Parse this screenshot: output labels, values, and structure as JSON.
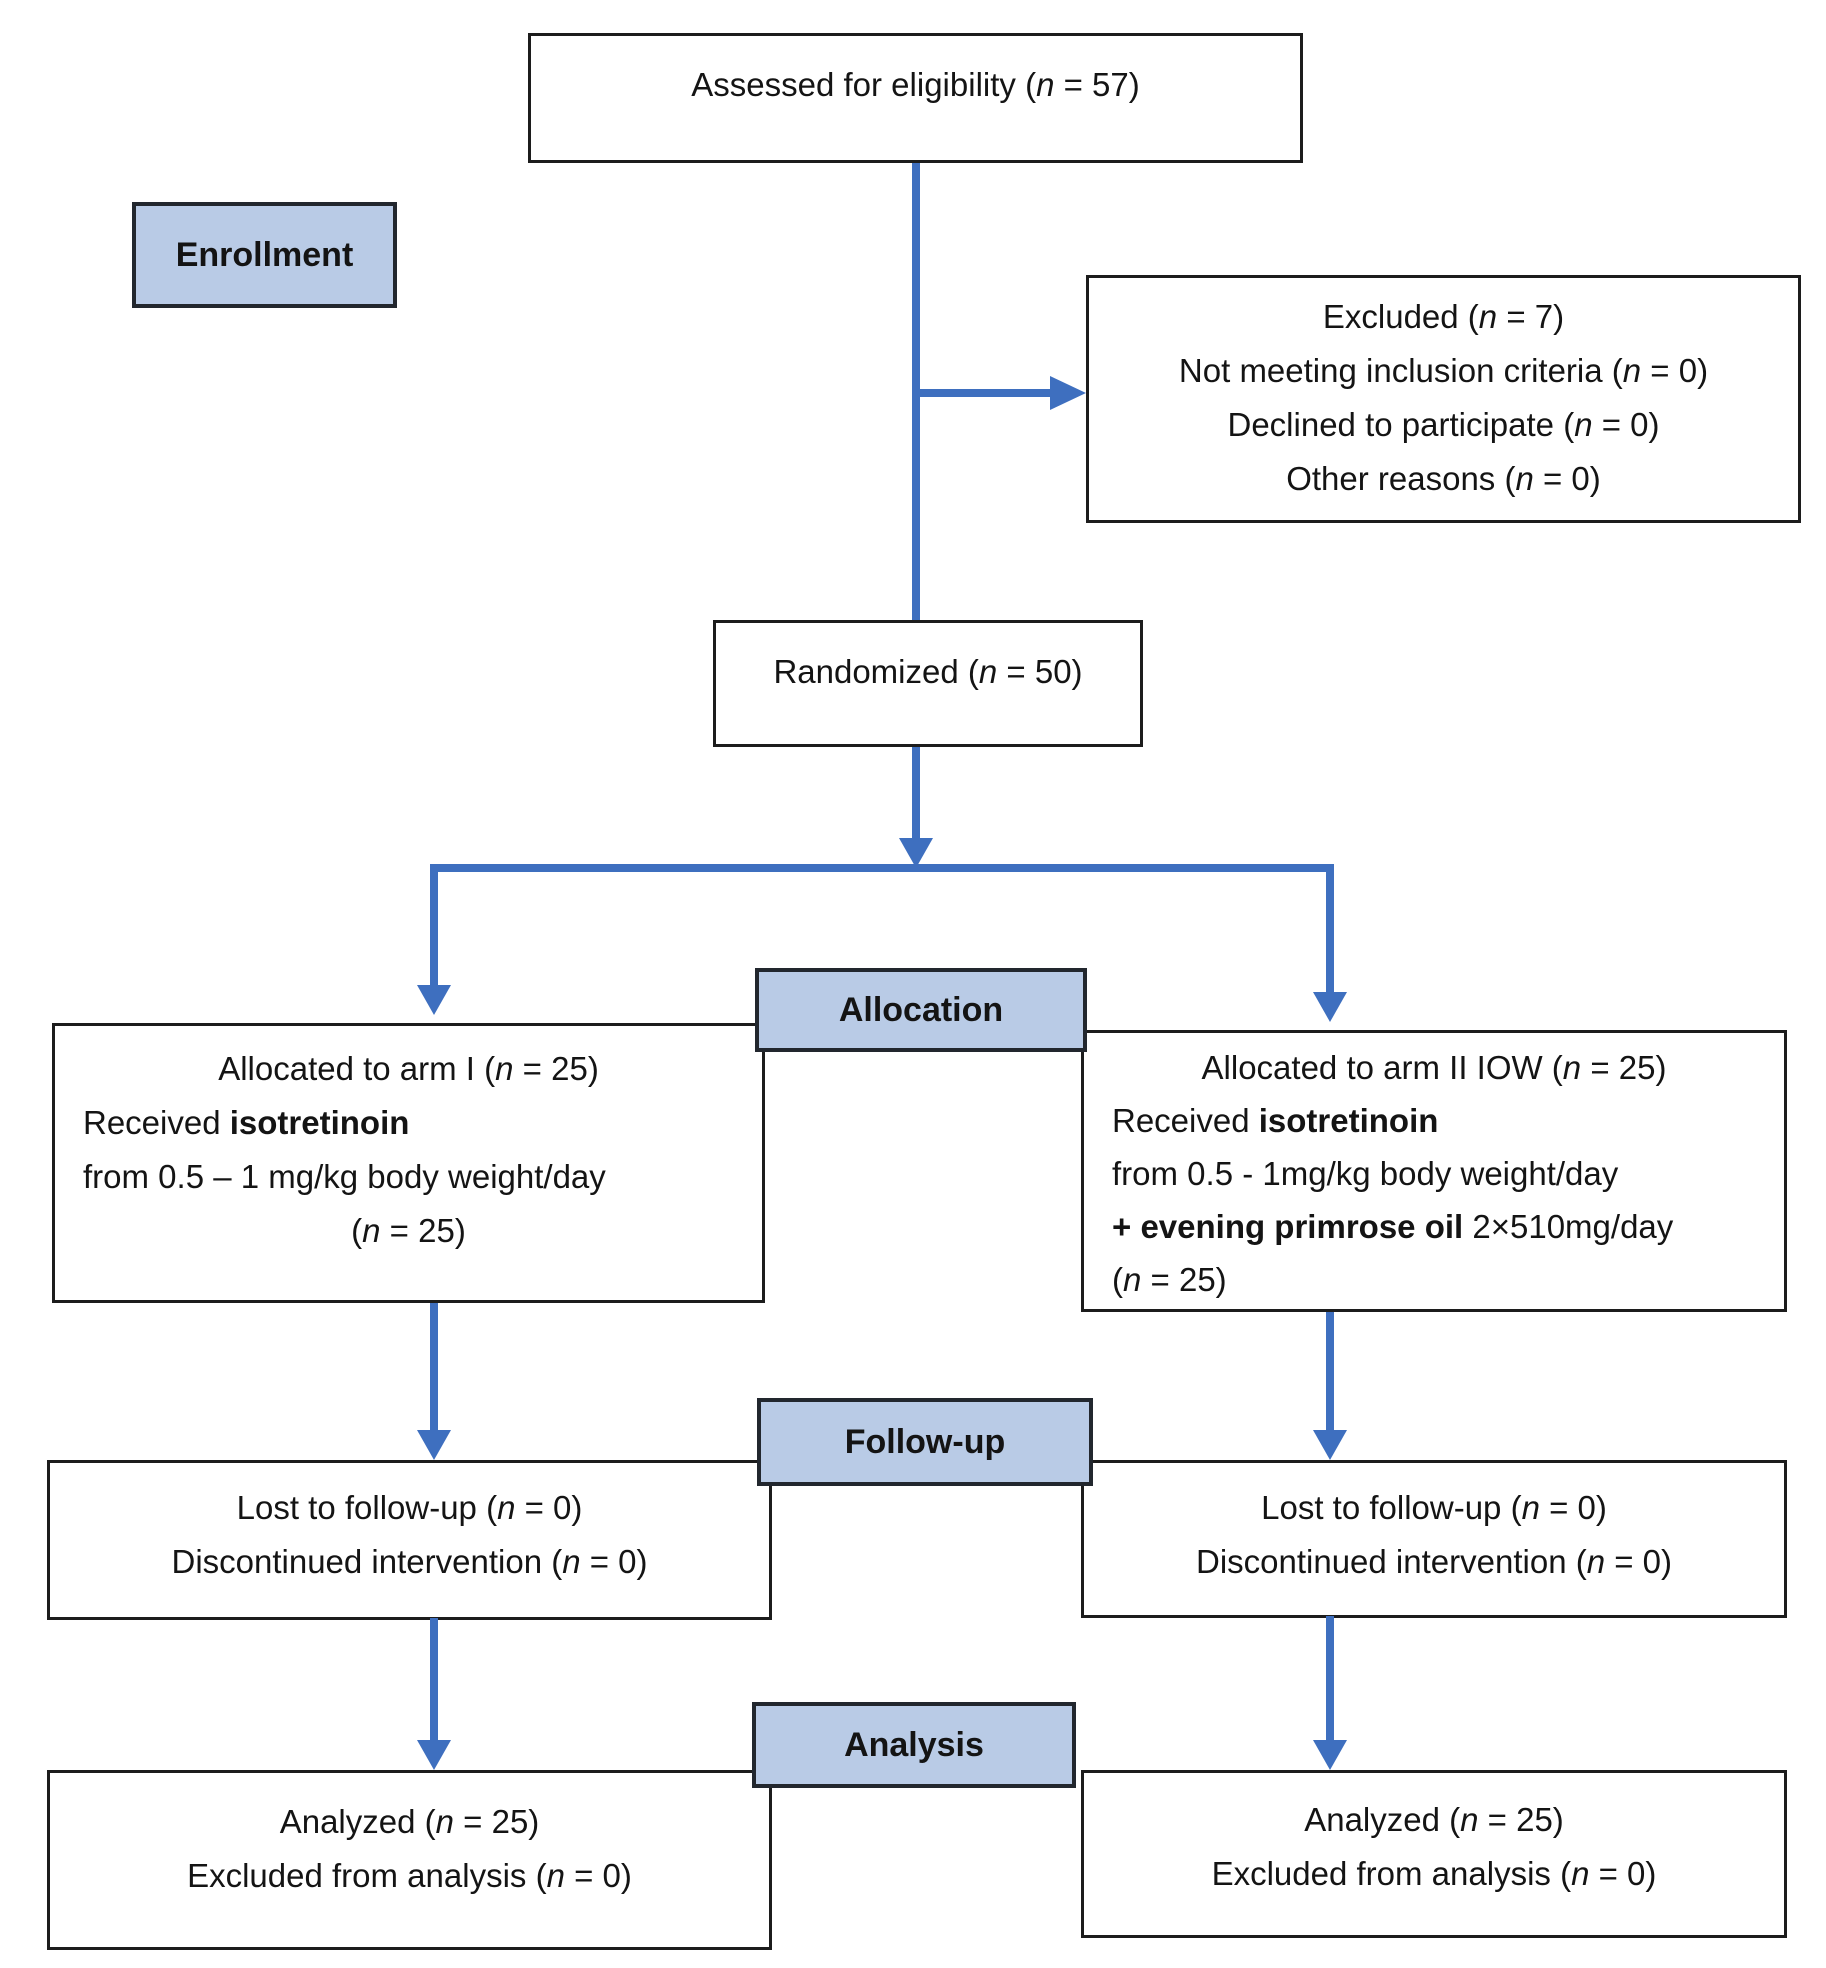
{
  "colors": {
    "arrow": "#3e6fbf",
    "label_fill": "#b9cbe6",
    "label_border": "#22272e",
    "box_border": "#1c1c1c",
    "text": "#141414",
    "background": "#ffffff"
  },
  "stage_labels": {
    "enrollment": "Enrollment",
    "allocation": "Allocation",
    "followup": "Follow-up",
    "analysis": "Analysis"
  },
  "boxes": {
    "assessed": {
      "lines": [
        "Assessed for eligibility (*n* = 57)"
      ]
    },
    "excluded": {
      "lines": [
        "Excluded (*n* = 7)",
        "Not meeting inclusion criteria (*n* = 0)",
        "Declined to participate (*n* = 0)",
        "Other reasons (*n* = 0)"
      ]
    },
    "randomized": {
      "lines": [
        "Randomized (*n* = 50)"
      ]
    },
    "arm1": {
      "lines": [
        "Allocated to arm I (*n* = 25)",
        "Received **isotretinoin**",
        "from 0.5 – 1 mg/kg body weight/day",
        "(*n* = 25)"
      ]
    },
    "arm2": {
      "lines": [
        "Allocated to arm II IOW (*n* = 25)",
        "Received **isotretinoin**",
        "from 0.5 - 1mg/kg body weight/day",
        "**+ evening primrose oil** 2×510mg/day",
        "(*n* = 25)"
      ]
    },
    "followup_left": {
      "lines": [
        "Lost to follow-up (*n* = 0)",
        "Discontinued intervention (*n* = 0)"
      ]
    },
    "followup_right": {
      "lines": [
        "Lost to follow-up (*n* = 0)",
        "Discontinued intervention (*n* = 0)"
      ]
    },
    "analysis_left": {
      "lines": [
        "Analyzed (*n* = 25)",
        "Excluded from analysis (*n* = 0)"
      ]
    },
    "analysis_right": {
      "lines": [
        "Analyzed (*n* = 25)",
        "Excluded from analysis (*n* = 0)"
      ]
    }
  }
}
